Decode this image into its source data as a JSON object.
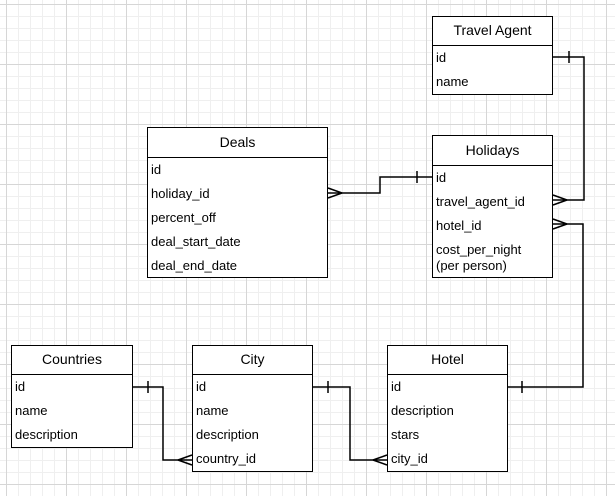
{
  "entities": {
    "travel_agent": {
      "title": "Travel Agent",
      "fields": [
        "id",
        "name"
      ]
    },
    "deals": {
      "title": "Deals",
      "fields": [
        "id",
        "holiday_id",
        "percent_off",
        "deal_start_date",
        "deal_end_date"
      ]
    },
    "holidays": {
      "title": "Holidays",
      "fields": [
        "id",
        "travel_agent_id",
        "hotel_id",
        "cost_per_night\n(per person)"
      ]
    },
    "countries": {
      "title": "Countries",
      "fields": [
        "id",
        "name",
        "description"
      ]
    },
    "city": {
      "title": "City",
      "fields": [
        "id",
        "name",
        "description",
        "country_id"
      ]
    },
    "hotel": {
      "title": "Hotel",
      "fields": [
        "id",
        "description",
        "stars",
        "city_id"
      ]
    }
  },
  "relationships": [
    {
      "from": "travel_agent.id",
      "to": "holidays.travel_agent_id",
      "from_card": "one",
      "to_card": "many"
    },
    {
      "from": "holidays.id",
      "to": "deals.holiday_id",
      "from_card": "one",
      "to_card": "many"
    },
    {
      "from": "hotel.id",
      "to": "holidays.hotel_id",
      "from_card": "one",
      "to_card": "many"
    },
    {
      "from": "countries.id",
      "to": "city.country_id",
      "from_card": "one",
      "to_card": "many"
    },
    {
      "from": "city.id",
      "to": "hotel.city_id",
      "from_card": "one",
      "to_card": "many"
    }
  ]
}
